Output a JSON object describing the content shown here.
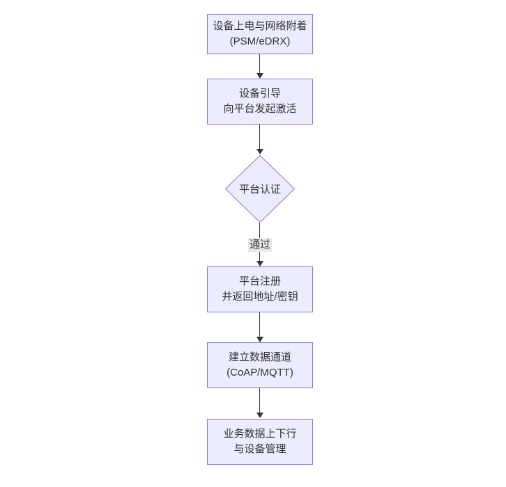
{
  "diagram": {
    "type": "flowchart-vertical",
    "colors": {
      "node_fill": "#ECECFF",
      "node_border": "#9370DB",
      "edge_color": "#333333",
      "text_color": "#333333",
      "edge_label_bg": "#e8e8e8",
      "background": "#ffffff"
    },
    "nodes": [
      {
        "id": "A",
        "shape": "rect",
        "lines": [
          "设备上电与网络附着",
          "(PSM/eDRX)"
        ]
      },
      {
        "id": "B",
        "shape": "rect",
        "lines": [
          "设备引导",
          "向平台发起激活"
        ]
      },
      {
        "id": "C",
        "shape": "diamond",
        "lines": [
          "平台认证"
        ]
      },
      {
        "id": "D",
        "shape": "rect",
        "lines": [
          "平台注册",
          "并返回地址/密钥"
        ]
      },
      {
        "id": "E",
        "shape": "rect",
        "lines": [
          "建立数据通道",
          "(CoAP/MQTT)"
        ]
      },
      {
        "id": "F",
        "shape": "rect",
        "lines": [
          "业务数据上下行",
          "与设备管理"
        ]
      }
    ],
    "edges": [
      {
        "from": "A",
        "to": "B",
        "label": ""
      },
      {
        "from": "B",
        "to": "C",
        "label": ""
      },
      {
        "from": "C",
        "to": "D",
        "label": "通过"
      },
      {
        "from": "D",
        "to": "E",
        "label": ""
      },
      {
        "from": "E",
        "to": "F",
        "label": ""
      }
    ]
  }
}
